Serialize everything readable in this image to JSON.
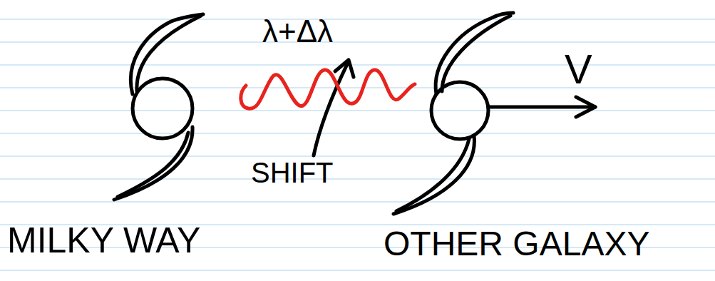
{
  "diagram": {
    "labels": [
      "λ+Δλ",
      "V",
      "SHIFT",
      "MILKY WAY",
      "OTHER GALAXY"
    ]
  }
}
